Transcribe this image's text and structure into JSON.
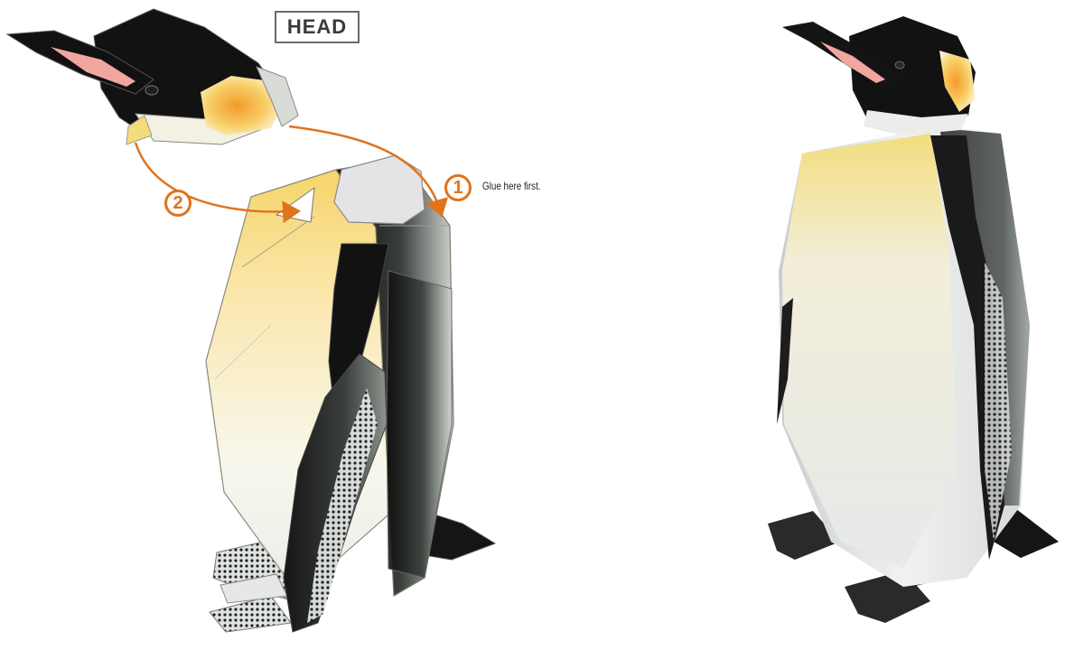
{
  "labels": {
    "head": "HEAD",
    "step_1": "1",
    "step_2": "2",
    "glue_note": "Glue here first."
  },
  "colors": {
    "arrow": "#e0731c",
    "black_plumage": "#141414",
    "beak_stripe": "#f2a6a0",
    "ear_patch": "#f5b43a",
    "chest_yellow": "#f7dc7a",
    "tab_gray": "#e4e4e6"
  },
  "icons": {
    "head_part": "penguin-head-papercraft",
    "body_part": "penguin-body-papercraft",
    "finished_model": "emperor-penguin-model-photo"
  }
}
